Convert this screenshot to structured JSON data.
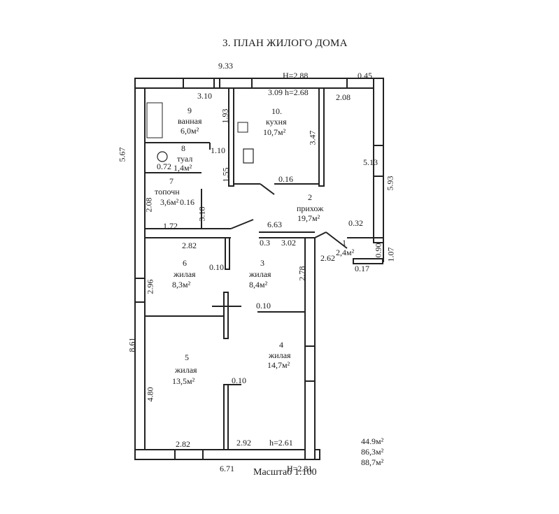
{
  "title": "3. ПЛАН ЖИЛОГО ДОМА",
  "scale": "Масштаб 1:100",
  "rooms": [
    {
      "num": "9",
      "name": "ванная",
      "area": "6,0м²"
    },
    {
      "num": "10.",
      "name": "кухня",
      "area": "10,7м²"
    },
    {
      "num": "8",
      "name": "туал",
      "area": "1,4м²"
    },
    {
      "num": "7",
      "name": "топочн",
      "area": "3,6м²"
    },
    {
      "num": "2",
      "name": "прихож",
      "area": "19,7м²"
    },
    {
      "num": "1",
      "name": "",
      "area": "2,4м²"
    },
    {
      "num": "6",
      "name": "жилая",
      "area": "8,3м²"
    },
    {
      "num": "3",
      "name": "жилая",
      "area": "8,4м²"
    },
    {
      "num": "5",
      "name": "жилая",
      "area": "13,5м²"
    },
    {
      "num": "4",
      "name": "жилая",
      "area": "14,7м²"
    }
  ],
  "dims": {
    "top_total": "9.33",
    "h_top": "H=2.88",
    "d045": "0.45",
    "d310": "3.10",
    "d309h": "3.09 h=2.68",
    "d208": "2.08",
    "d567": "5.67",
    "d193": "1.93",
    "d347": "3.47",
    "d110": "1.10",
    "d513": "5.13",
    "d593": "5.93",
    "d072": "0.72",
    "d155": "1.55",
    "d016a": "0.16",
    "d016b": "0.16",
    "d208b": "2.08",
    "d318": "3.18",
    "d172": "1.72",
    "d663": "6.63",
    "d032": "0.32",
    "d03": "0.3",
    "d302": "3.02",
    "d282a": "2.82",
    "d090": "0.90",
    "d107": "1.07",
    "d262": "2.62",
    "d017": "0.17",
    "d010a": "0.10",
    "d278": "2.78",
    "d296": "2.96",
    "d010b": "0.10",
    "d861": "8.61",
    "d480": "4.80",
    "d010c": "0.10",
    "d282b": "2.82",
    "d292": "2.92",
    "h261": "h=2.61",
    "d671": "6.71",
    "h281": "H=2.81"
  },
  "totals": [
    "44.9м²",
    "86,3м²",
    "88,7м²"
  ]
}
